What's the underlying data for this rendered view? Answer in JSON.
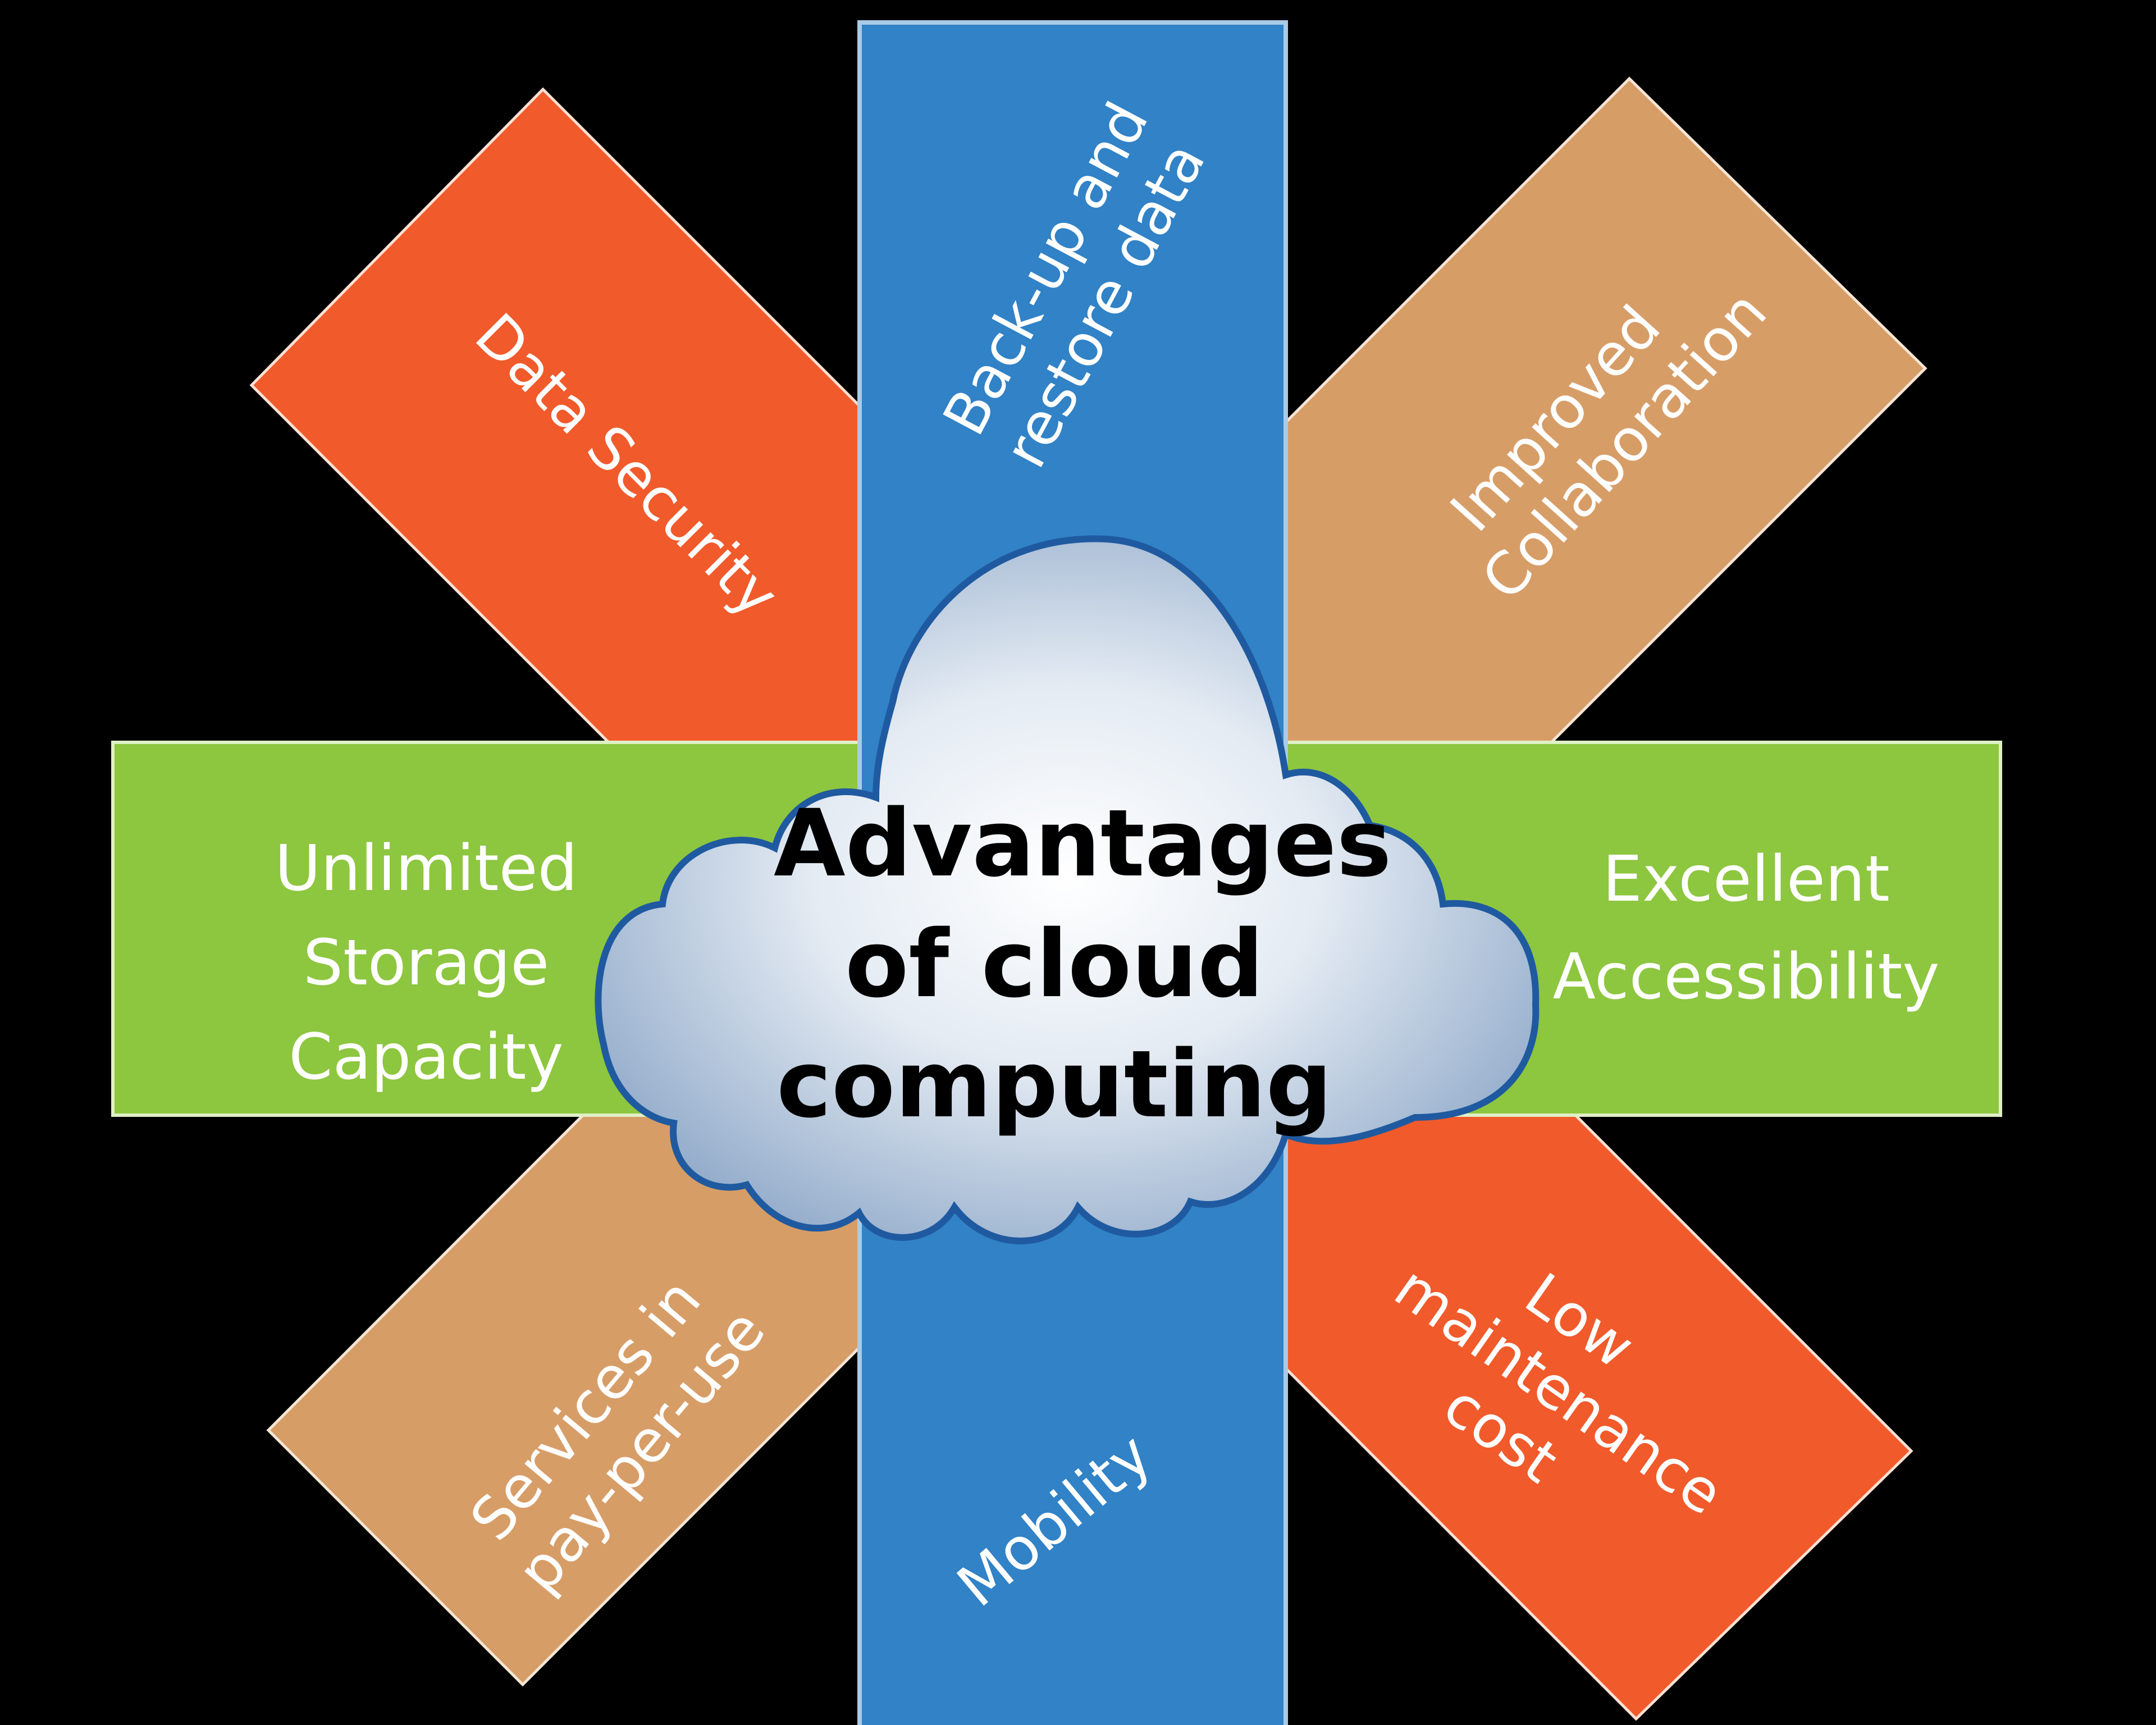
{
  "diagram": {
    "title_lines": [
      "Advantages",
      "of cloud",
      "computing"
    ],
    "colors": {
      "background": "#000000",
      "blue": "#3182c6",
      "green": "#8dc63f",
      "orange": "#f15a2b",
      "tan": "#d79d67",
      "cloud_outline": "#1f5aa0",
      "label_text": "#ffffff",
      "title_text": "#000000"
    },
    "spokes": [
      {
        "id": "data-security",
        "lines": [
          "Data Security"
        ],
        "color": "orange",
        "position": "top-left"
      },
      {
        "id": "backup-restore",
        "lines": [
          "Back-up and",
          "restore data"
        ],
        "color": "blue",
        "position": "top"
      },
      {
        "id": "improved-collaboration",
        "lines": [
          "Improved",
          "Collaboration"
        ],
        "color": "tan",
        "position": "top-right"
      },
      {
        "id": "unlimited-storage",
        "lines": [
          "Unlimited",
          "Storage",
          "Capacity"
        ],
        "color": "green",
        "position": "left"
      },
      {
        "id": "excellent-accessibility",
        "lines": [
          "Excellent",
          "Accessibility"
        ],
        "color": "green",
        "position": "right"
      },
      {
        "id": "services-pay-per-use",
        "lines": [
          "Services in",
          "pay-per-use"
        ],
        "color": "tan",
        "position": "bottom-left"
      },
      {
        "id": "mobility",
        "lines": [
          "Mobility"
        ],
        "color": "blue",
        "position": "bottom"
      },
      {
        "id": "low-maintenance",
        "lines": [
          "Low",
          "maintenance",
          "cost"
        ],
        "color": "orange",
        "position": "bottom-right"
      }
    ]
  }
}
